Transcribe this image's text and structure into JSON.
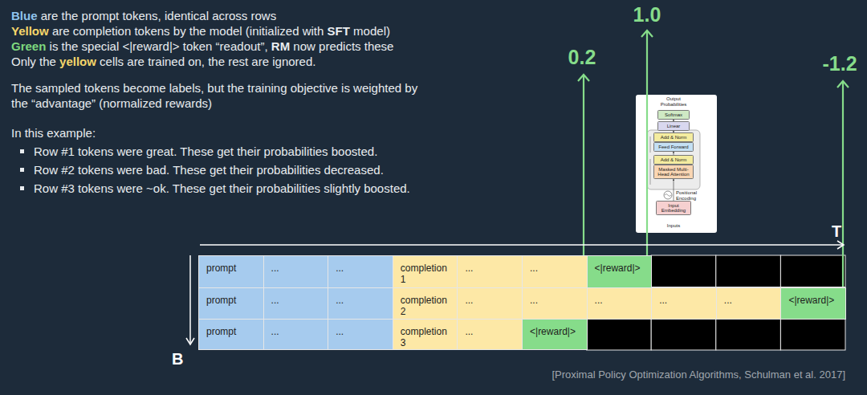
{
  "diagram": {
    "caption": "[Proximal Policy Optimization Algorithms, Schulman et al. 2017]",
    "nodes": [
      {
        "text": [
          "Softmax"
        ]
      },
      {
        "text": [
          "Linear"
        ]
      },
      {
        "text": [
          "Add & Norm"
        ]
      },
      {
        "text": [
          "Feed Forward"
        ]
      },
      {
        "text": [
          "Add & Norm"
        ]
      },
      {
        "text": [
          "Masked Multi-Head Attention"
        ]
      },
      {
        "text": [
          "Input Embedding"
        ]
      },
      {
        "text": [
          "prompt"
        ]
      },
      {
        "text": [
          "..."
        ]
      },
      {
        "text": [
          "..."
        ]
      },
      {
        "text": [
          "completion 1"
        ]
      },
      {
        "text": [
          "..."
        ]
      },
      {
        "text": [
          "..."
        ]
      },
      {
        "text": [
          "<|reward|>"
        ]
      },
      {
        "text": [
          "prompt"
        ]
      },
      {
        "text": [
          "..."
        ]
      },
      {
        "text": [
          "..."
        ]
      },
      {
        "text": [
          "completion 2"
        ]
      },
      {
        "text": [
          "..."
        ]
      },
      {
        "text": [
          "..."
        ]
      },
      {
        "text": [
          "..."
        ]
      },
      {
        "text": [
          "..."
        ]
      },
      {
        "text": [
          "..."
        ]
      },
      {
        "text": [
          "<|reward|>"
        ]
      },
      {
        "text": [
          "prompt"
        ]
      },
      {
        "text": [
          "..."
        ]
      },
      {
        "text": [
          "..."
        ]
      },
      {
        "text": [
          "completion 3"
        ]
      },
      {
        "text": [
          "..."
        ]
      },
      {
        "text": [
          "<|reward|>"
        ]
      }
    ],
    "edges": [
      {
        "from": 6,
        "to": 5,
        "arrow": "to"
      },
      {
        "from": 5,
        "to": 4,
        "arrow": "to"
      },
      {
        "from": 4,
        "to": 3,
        "arrow": "to"
      },
      {
        "from": 3,
        "to": 2,
        "arrow": "to"
      },
      {
        "from": 2,
        "to": 1,
        "arrow": "to"
      },
      {
        "from": 1,
        "to": 0,
        "arrow": "to"
      }
    ],
    "labels": [
      "Blue",
      "are the prompt tokens, identical across rows",
      "Yellow",
      "are completion tokens by the model (initialized with",
      "SFT",
      "model)",
      "Green",
      "is the special <|reward|> token “readout”,",
      "RM",
      "now predicts these",
      "Only the",
      "yellow",
      "cells are trained on, the rest are ignored.",
      "The sampled tokens become labels, but the training objective is weighted by the “advantage” (normalized rewards)",
      "In this example:",
      "Row #1 tokens were great. These get their probabilities boosted.",
      "Row #2 tokens were bad. These get their probabilities decreased.",
      "Row #3 tokens were ~ok. These get their probabilities slightly boosted.",
      "1.0",
      "0.2",
      "-1.2",
      "Output Probabilities",
      "Positional Encoding",
      "Inputs",
      "T",
      "B"
    ]
  }
}
